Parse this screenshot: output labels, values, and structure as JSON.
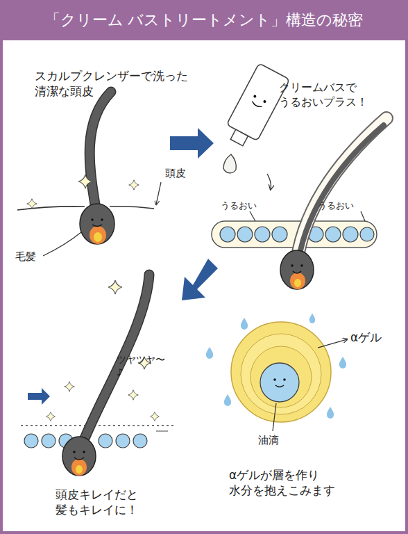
{
  "diagram": {
    "title": "「クリーム バストリートメント」構造の秘密",
    "labels": [
      "スカルプクレンザーで洗った 清潔な頭皮",
      "頭皮",
      "毛髪",
      "クリームバスで うるおいプラス！",
      "うるおい",
      "うるおい",
      "ツヤツヤ〜♪",
      "αゲル",
      "油滴",
      "頭皮キレイだと 髪もキレイに！",
      "αゲルが層を作り 水分を抱えこみます"
    ]
  }
}
